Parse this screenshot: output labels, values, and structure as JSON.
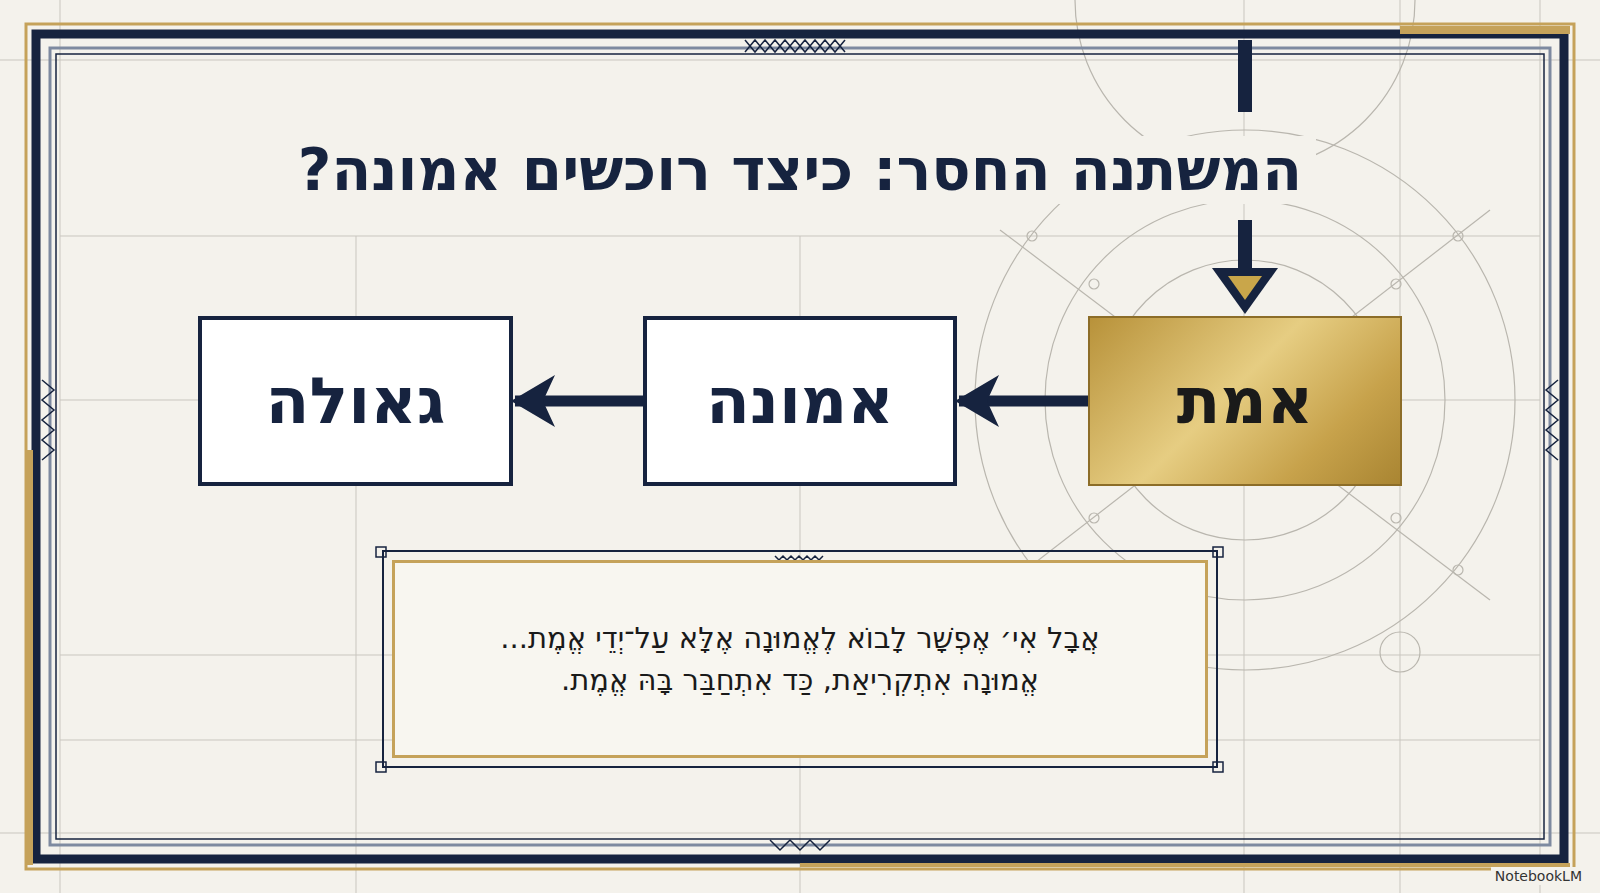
{
  "diagram": {
    "title": "המשתנה החסר: כיצד רוכשים אמונה?",
    "nodes": [
      {
        "text": [
          "אמת"
        ]
      },
      {
        "text": [
          "אמונה"
        ]
      },
      {
        "text": [
          "גאולה"
        ]
      },
      {
        "text": [
          "אֲבָל אִי׳ אֶפְשָׁר לָבוֹא לֶאֱמוּנָה אֶלָּא עַל־יְדֵי אֱמֶת... אֱמוּנָה אִתְקְרִיאַת, כַּד אִתְחַבַּר בָּהּ אֱמֶת."
        ]
      }
    ],
    "edges": [
      {
        "from": 0,
        "to": 1,
        "arrow": "to"
      },
      {
        "from": 1,
        "to": 2,
        "arrow": "to"
      }
    ],
    "labels": [
      "NotebookLM"
    ]
  }
}
